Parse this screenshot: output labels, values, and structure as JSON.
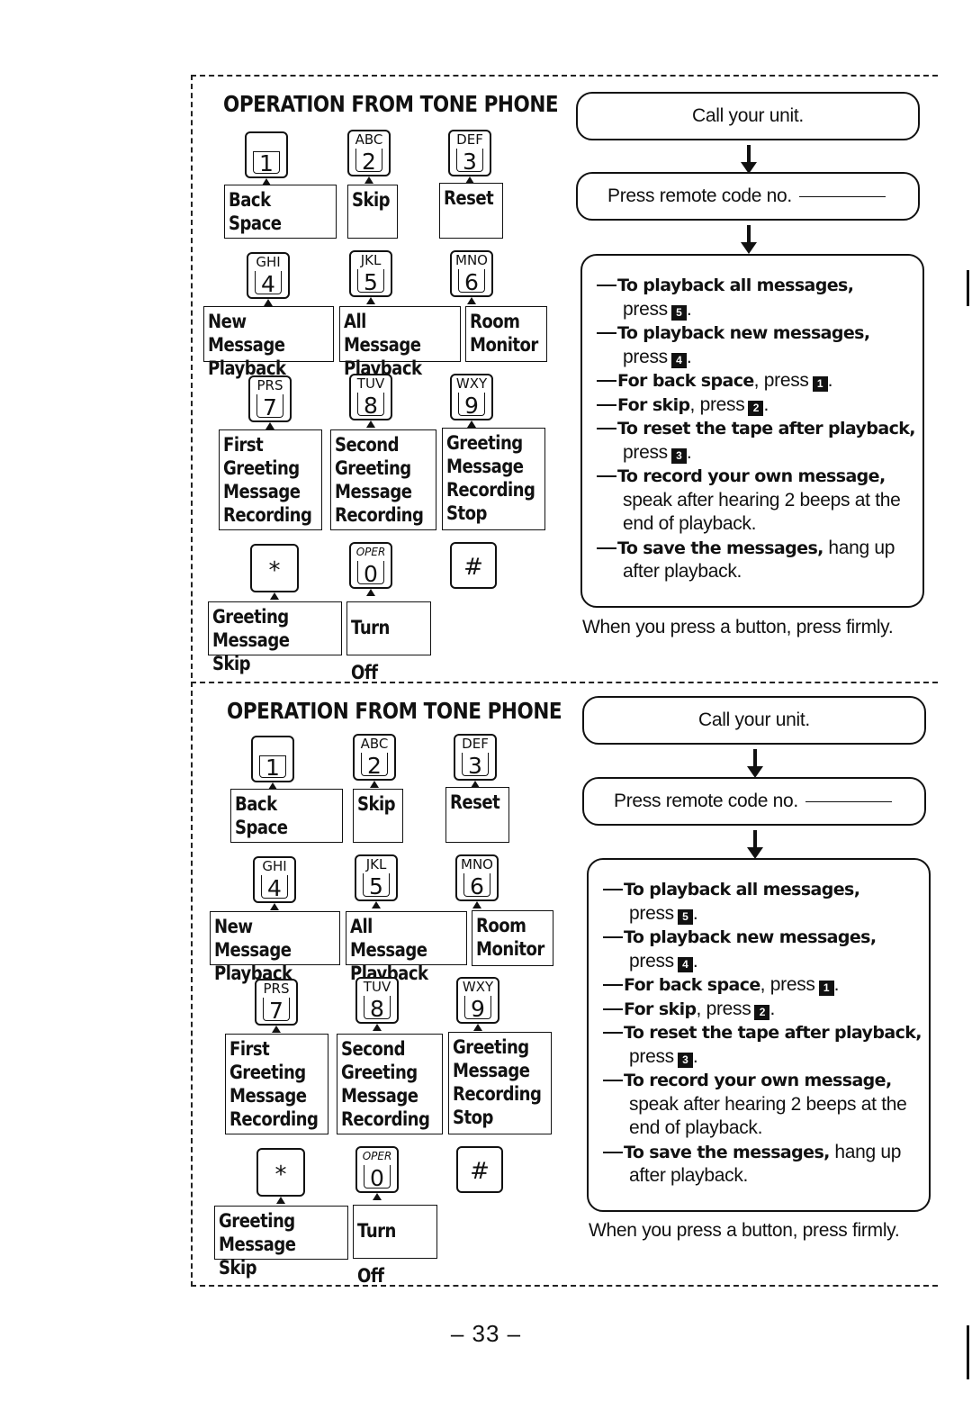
{
  "pane": {
    "title": "OPERATION FROM TONE PHONE",
    "keys": {
      "k1": {
        "digit": "1",
        "letters": ""
      },
      "k2": {
        "digit": "2",
        "letters": "ABC"
      },
      "k3": {
        "digit": "3",
        "letters": "DEF"
      },
      "k4": {
        "digit": "4",
        "letters": "GHI"
      },
      "k5": {
        "digit": "5",
        "letters": "JKL"
      },
      "k6": {
        "digit": "6",
        "letters": "MNO"
      },
      "k7": {
        "digit": "7",
        "letters": "PRS"
      },
      "k8": {
        "digit": "8",
        "letters": "TUV"
      },
      "k9": {
        "digit": "9",
        "letters": "WXY"
      },
      "kstar": {
        "digit": "*",
        "letters": ""
      },
      "k0": {
        "digit": "0",
        "letters": "OPER"
      },
      "khash": {
        "digit": "#",
        "letters": ""
      }
    },
    "functions": {
      "f1": "Back Space",
      "f2": "Skip",
      "f3": "Reset",
      "f4": "New Message\nPlayback",
      "f5": "All Message\nPlayback",
      "f6": "Room\nMonitor",
      "f7": "First\nGreeting\nMessage\nRecording",
      "f8": "Second\nGreeting\nMessage\nRecording",
      "f9": "Greeting\nMessage\nRecording\nStop",
      "fstar": "Greeting\nMessage Skip",
      "f0": "Turn Off"
    },
    "steps": {
      "call": "Call  your  unit.",
      "code": "Press remote code no."
    },
    "instructions": {
      "i1": {
        "bold": "To playback all messages,",
        "tail": "",
        "cont": "press",
        "key": "5",
        "end": "."
      },
      "i2": {
        "bold": "To playback new messages,",
        "tail": "",
        "cont": "press",
        "key": "4",
        "end": "."
      },
      "i3": {
        "bold": "For back space",
        "tail": ", press",
        "key": "1",
        "end": "."
      },
      "i4": {
        "bold": "For skip",
        "tail": ", press",
        "key": "2",
        "end": "."
      },
      "i5": {
        "bold": "To reset the tape after playback,",
        "tail": "",
        "cont": "press",
        "key": "3",
        "end": "."
      },
      "i6": {
        "bold": "To record your own message,",
        "tail": "",
        "cont": "speak after hearing 2 beeps at the",
        "cont2": "end of playback."
      },
      "i7": {
        "bold": "To save the messages,",
        "tail": " hang up",
        "cont": "after playback."
      }
    },
    "note": "When you press a button, press firmly."
  },
  "page_number": "– 33 –"
}
